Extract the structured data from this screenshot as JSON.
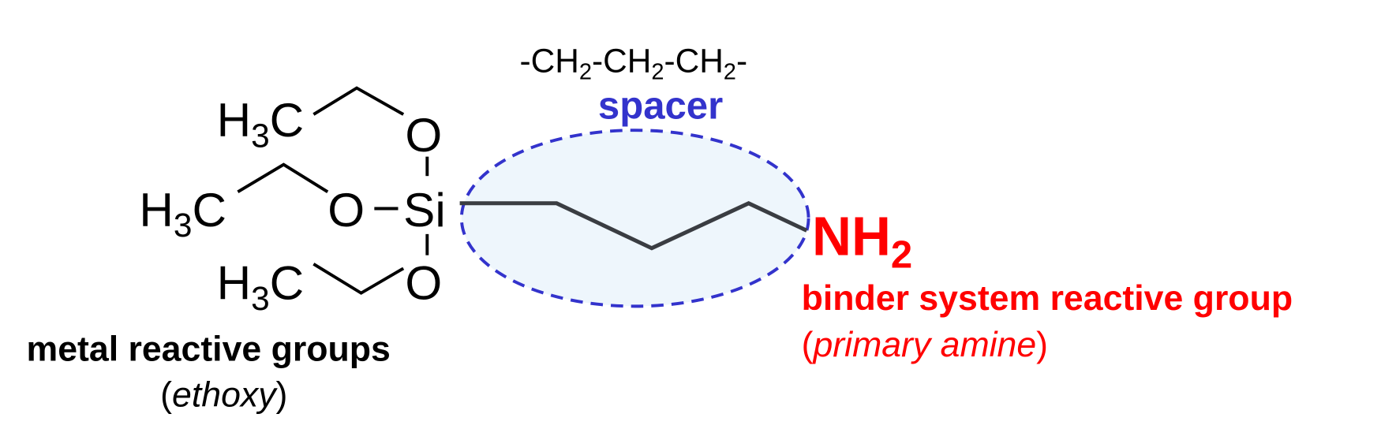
{
  "formula_top": {
    "parts": [
      "-CH",
      "2",
      "-CH",
      "2",
      "-CH",
      "2",
      "-"
    ]
  },
  "spacer_label": "spacer",
  "atoms": {
    "h3c_top": {
      "main": "H",
      "sub": "3",
      "tail": "C"
    },
    "h3c_mid": {
      "main": "H",
      "sub": "3",
      "tail": "C"
    },
    "h3c_bot": {
      "main": "H",
      "sub": "3",
      "tail": "C"
    },
    "o_top": "O",
    "o_mid": "O",
    "o_bot": "O",
    "si": "Si",
    "nh2": {
      "main": "NH",
      "sub": "2"
    }
  },
  "labels": {
    "metal_title": "metal reactive groups",
    "metal_open": "(",
    "metal_sub": "ethoxy",
    "metal_close": ")",
    "binder_title": "binder system reactive group",
    "binder_open": "(",
    "binder_sub": "primary amine",
    "binder_close": ")"
  },
  "colors": {
    "spacer": "#3333cc",
    "binder": "#ff0000",
    "ellipse_fill": "#eef6fc",
    "text": "#000000"
  }
}
